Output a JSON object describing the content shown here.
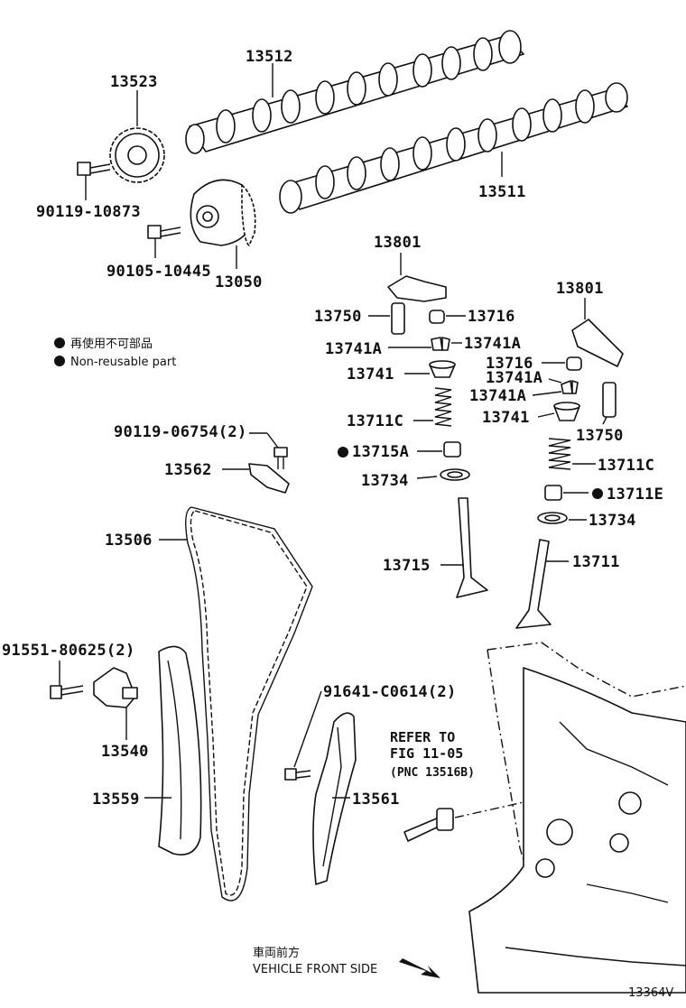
{
  "labels": {
    "p13512": "13512",
    "p13523": "13523",
    "p13511": "13511",
    "p90119_10873": "90119-10873",
    "p90105_10445": "90105-10445",
    "p13050": "13050",
    "p13801_a": "13801",
    "p13801_b": "13801",
    "p13750_a": "13750",
    "p13716_a": "13716",
    "p13741A_a": "13741A",
    "p13741A_b": "13741A",
    "p13741_a": "13741",
    "p13716_b": "13716",
    "p13741A_c": "13741A",
    "p13741A_d": "13741A",
    "p13741_b": "13741",
    "p13711C_a": "13711C",
    "p13750_b": "13750",
    "p90119_06754": "90119-06754(2)",
    "p13715A": "13715A",
    "p13711C_b": "13711C",
    "p13562": "13562",
    "p13734_a": "13734",
    "p13711E": "13711E",
    "p13734_b": "13734",
    "p13506": "13506",
    "p13715": "13715",
    "p13711": "13711",
    "p91551": "91551-80625(2)",
    "p91641": "91641-C0614(2)",
    "p13540": "13540",
    "p13559": "13559",
    "p13561": "13561"
  },
  "legend": {
    "jp": "再使用不可部品",
    "en": "Non-reusable part"
  },
  "reference": {
    "line1": "REFER TO",
    "line2": "FIG 11-05",
    "line3": "(PNC 13516B)"
  },
  "direction": {
    "jp": "車両前方",
    "en": "VEHICLE FRONT SIDE"
  },
  "figure_code": "13364V"
}
